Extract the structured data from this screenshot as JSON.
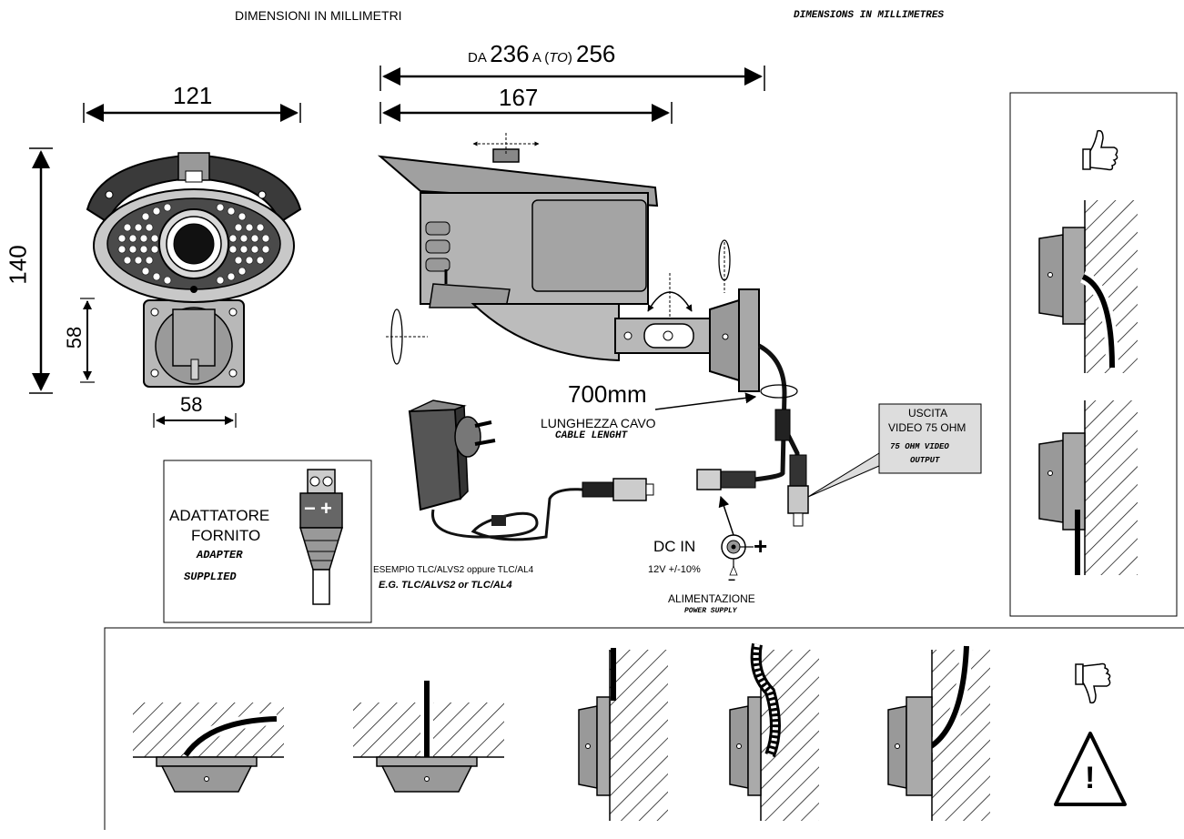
{
  "header": {
    "title_it": "DIMENSIONI IN MILLIMETRI",
    "title_en": "DIMENSIONS IN MILLIMETRES"
  },
  "dimensions": {
    "front_width": "121",
    "front_height": "140",
    "base_height": "58",
    "base_width": "58",
    "range_prefix": "DA",
    "range_min": "236",
    "range_mid": "A (",
    "range_to": "TO",
    "range_close": ")",
    "range_max": "256",
    "body_length": "167"
  },
  "cable": {
    "length": "700mm",
    "label_it": "LUNGHEZZA CAVO",
    "label_en": "CABLE LENGHT"
  },
  "video_output": {
    "label_it_1": "USCITA",
    "label_it_2": "VIDEO 75 OHM",
    "label_en_1": "75 OHM VIDEO",
    "label_en_2": "OUTPUT"
  },
  "adapter": {
    "label_it_1": "ADATTATORE",
    "label_it_2": "FORNITO",
    "label_en_1": "ADAPTER",
    "label_en_2": "SUPPLIED",
    "polarity_minus": "−",
    "polarity_plus": "+"
  },
  "power_supply_example": {
    "label_it": "ESEMPIO TLC/ALVS2 oppure TLC/AL4",
    "label_en": "E.G. TLC/ALVS2 or TLC/AL4"
  },
  "dc_in": {
    "label": "DC IN",
    "voltage": "12V +/-10%",
    "plus": "+",
    "minus": "−",
    "supply_it": "ALIMENTAZIONE",
    "supply_en": "POWER SUPPLY"
  },
  "symbols": {
    "good": "thumbs-up-icon",
    "bad": "thumbs-down-icon",
    "warning": "warning-icon",
    "warning_glyph": "!"
  }
}
